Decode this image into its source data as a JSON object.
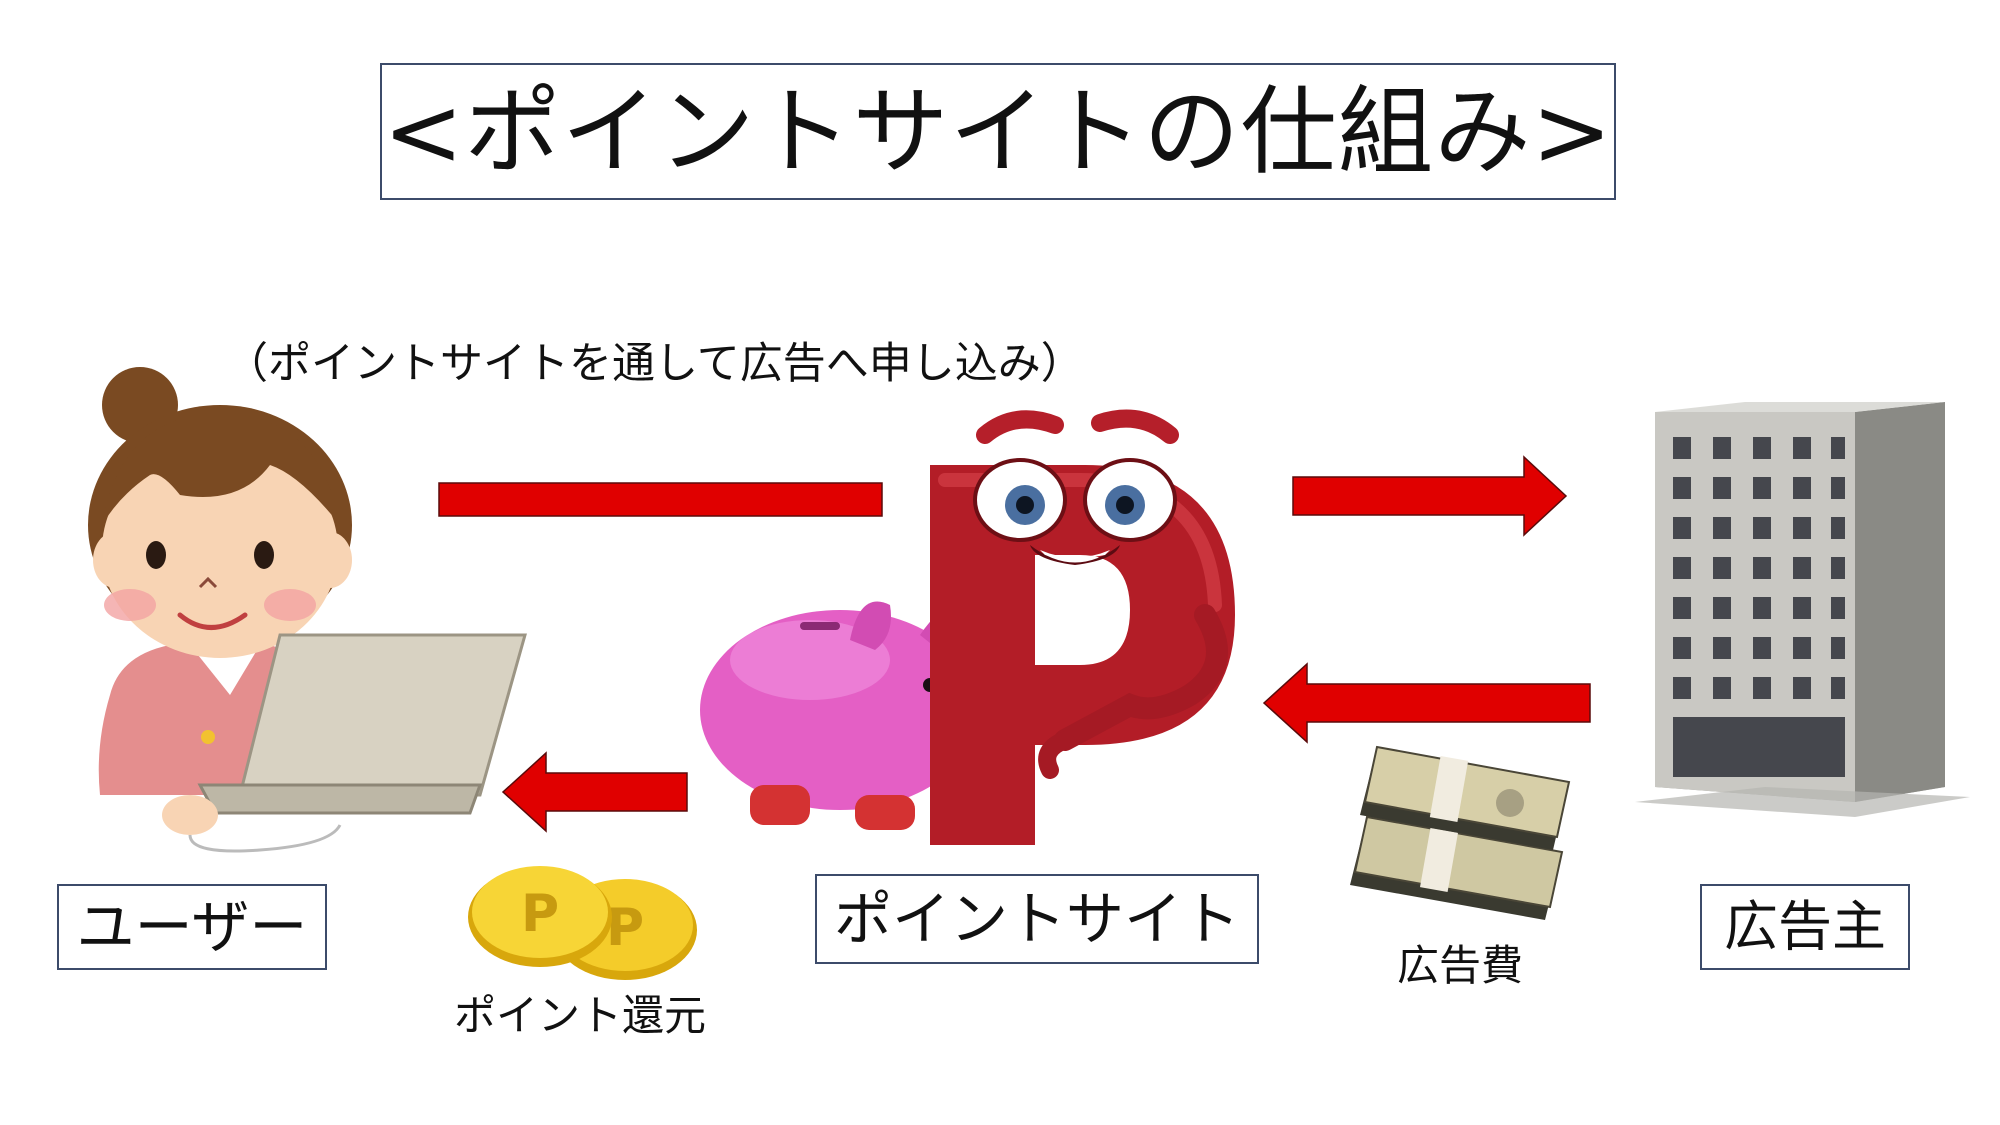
{
  "title": "<ポイントサイトの仕組み>",
  "subtitle": "（ポイントサイトを通して広告へ申し込み）",
  "labels": {
    "user": "ユーザー",
    "point_site": "ポイントサイト",
    "advertiser": "広告主"
  },
  "captions": {
    "point_return": "ポイント還元",
    "ad_fee": "広告費"
  },
  "colors": {
    "arrow_red": "#e00000",
    "box_border": "#3c4b6a"
  },
  "icons": {
    "user": "woman-at-laptop-icon",
    "mascot": "letter-p-mascot-icon",
    "piggy_bank": "piggy-bank-icon",
    "building": "office-building-icon",
    "coins": "point-coins-icon",
    "money": "banknote-stack-icon"
  }
}
